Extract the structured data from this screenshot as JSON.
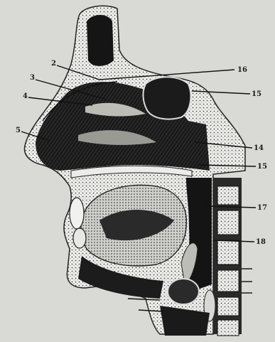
{
  "figure": {
    "background": "#d9d9d6",
    "ink": "#111111",
    "labels": {
      "n2": "2",
      "n3": "3",
      "n4": "4",
      "n5": "5",
      "n16": "16",
      "n15": "15",
      "n14": "14",
      "n15b": "15",
      "n17": "17",
      "n18": "18"
    }
  }
}
